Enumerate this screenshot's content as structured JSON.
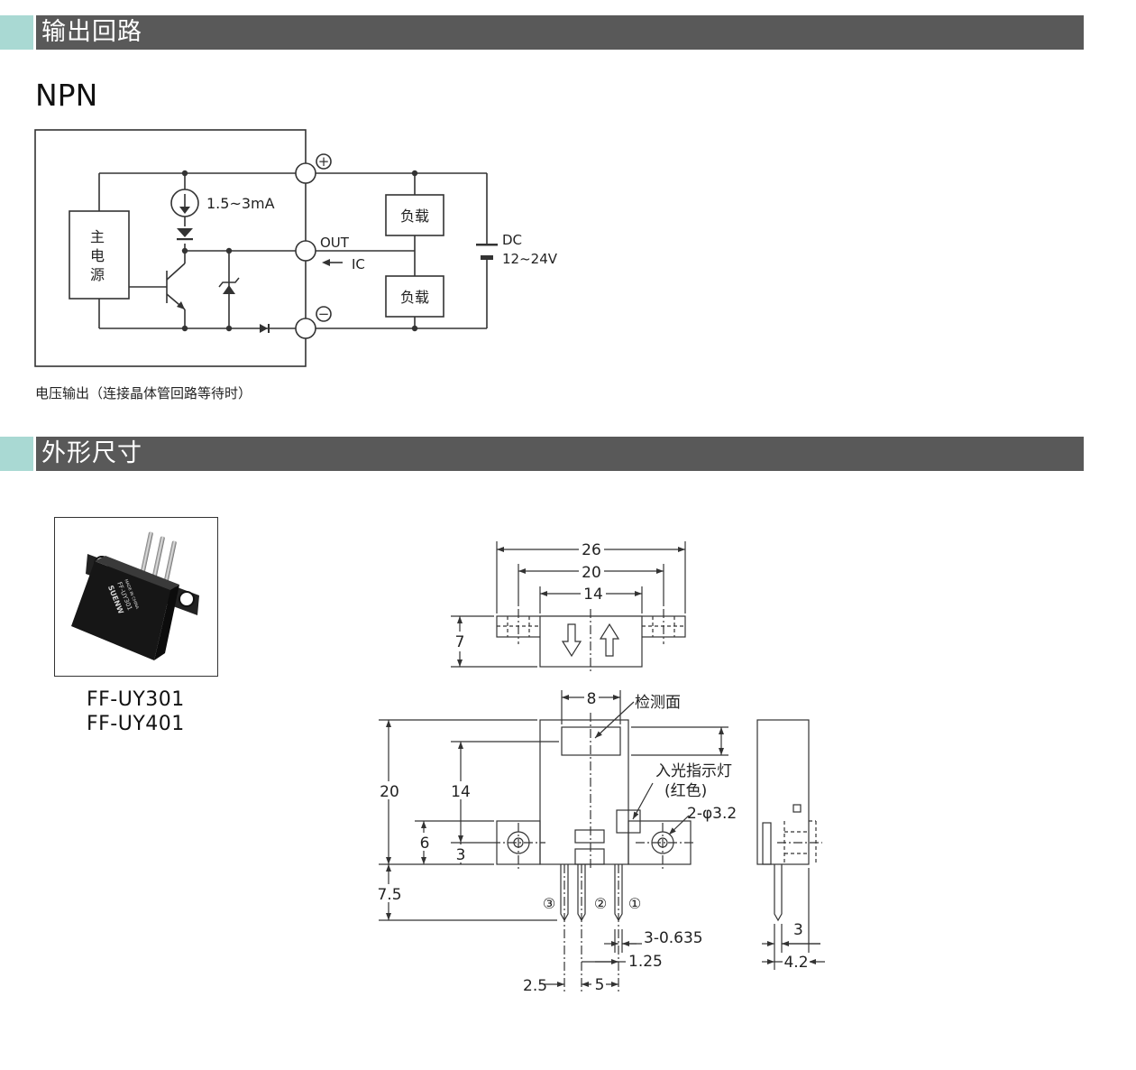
{
  "sections": {
    "output_circuit_title": "输出回路",
    "dimensions_title": "外形尺寸"
  },
  "circuit": {
    "type_label": "NPN",
    "plus_symbol": "+",
    "minus_symbol": "−",
    "main_power_chars": [
      "主",
      "电",
      "源"
    ],
    "current_label": "1.5~3mA",
    "out_label": "OUT",
    "ic_label": "IC",
    "load_top": "负载",
    "load_bottom": "负载",
    "dc_label": "DC",
    "voltage_label": "12~24V",
    "caption": "电压输出（连接晶体管回路等待时）"
  },
  "product": {
    "models": [
      "FF-UY301",
      "FF-UY401"
    ],
    "body_text": [
      "SUENW",
      "FF-UY301",
      "MADE IN CHINA"
    ]
  },
  "dimensions": {
    "top_26": "26",
    "top_20": "20",
    "top_14": "14",
    "top_7": "7",
    "front_8": "8",
    "detect_surface": "检测面",
    "indicator_line1": "入光指示灯",
    "indicator_line2": "(红色)",
    "hole_spec": "2-φ3.2",
    "h_20": "20",
    "h_14": "14",
    "h_6": "6",
    "h_3": "3",
    "h_7_5": "7.5",
    "pin_3": "③",
    "pin_2": "②",
    "pin_1": "①",
    "pin_spec": "3-0.635",
    "pitch_1_25": "1.25",
    "pitch_2_5": "2.5",
    "pitch_5": "5",
    "side_3": "3",
    "side_4_2": "4.2"
  }
}
